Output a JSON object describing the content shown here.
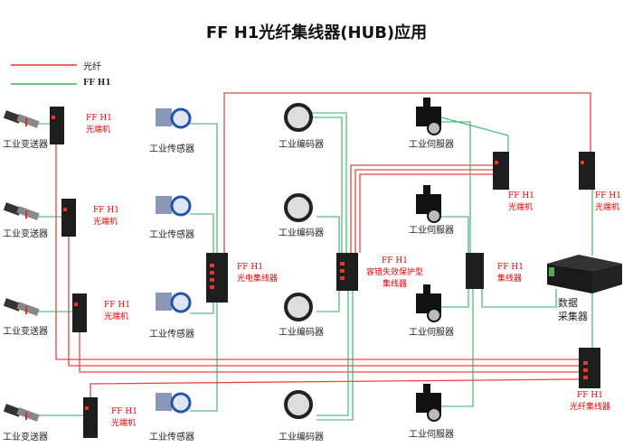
{
  "title": "FF H1光纤集线器(HUB)应用",
  "legend": {
    "fiber": "光纤",
    "ffh1": "FF H1",
    "fiber_color": "#f04040",
    "ffh1_color": "#20b050"
  },
  "devices": {
    "transmitter": "工业变送器",
    "sensor": "工业传感器",
    "encoder": "工业编码器",
    "servo": "工业伺服器",
    "converter": "FF H1\n光端机",
    "optical_hub": "FF H1\n光电集线器",
    "fault_tolerant_hub": "FF H1\n容错失效保护型\n集线器",
    "hub": "FF H1\n集线器",
    "data_collector": "数据\n采集器",
    "fiber_hub": "FF H1\n光纤集线器"
  }
}
